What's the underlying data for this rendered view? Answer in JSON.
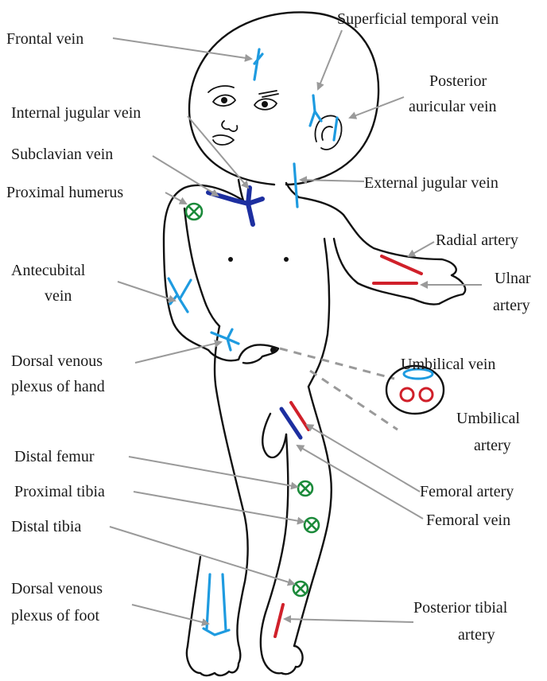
{
  "labels": {
    "frontal_vein": "Frontal vein",
    "superficial_temporal_vein": "Superficial temporal vein",
    "posterior_auricular_vein_1": "Posterior",
    "posterior_auricular_vein_2": "auricular vein",
    "internal_jugular_vein": "Internal jugular vein",
    "subclavian_vein": "Subclavian vein",
    "proximal_humerus": "Proximal humerus",
    "external_jugular_vein": "External jugular vein",
    "radial_artery": "Radial artery",
    "ulnar_artery_1": "Ulnar",
    "ulnar_artery_2": "artery",
    "antecubital_vein_1": "Antecubital",
    "antecubital_vein_2": "vein",
    "dorsal_venous_plexus_hand_1": "Dorsal venous",
    "dorsal_venous_plexus_hand_2": "plexus of hand",
    "umbilical_vein": "Umbilical vein",
    "umbilical_artery_1": "Umbilical",
    "umbilical_artery_2": "artery",
    "distal_femur": "Distal femur",
    "proximal_tibia": "Proximal tibia",
    "distal_tibia": "Distal tibia",
    "femoral_artery": "Femoral artery",
    "femoral_vein": "Femoral vein",
    "dorsal_venous_plexus_foot_1": "Dorsal venous",
    "dorsal_venous_plexus_foot_2": "plexus of foot",
    "posterior_tibial_artery_1": "Posterior tibial",
    "posterior_tibial_artery_2": "artery"
  },
  "colors": {
    "vein": "#1e9be0",
    "deep_vein": "#1d2fa0",
    "artery": "#d0202a",
    "intraosseous_site": "#1b8a3a",
    "leader_line": "#9a9a9a",
    "outline": "#111111"
  },
  "icons": {
    "intraosseous_site": "circled-x-icon"
  }
}
